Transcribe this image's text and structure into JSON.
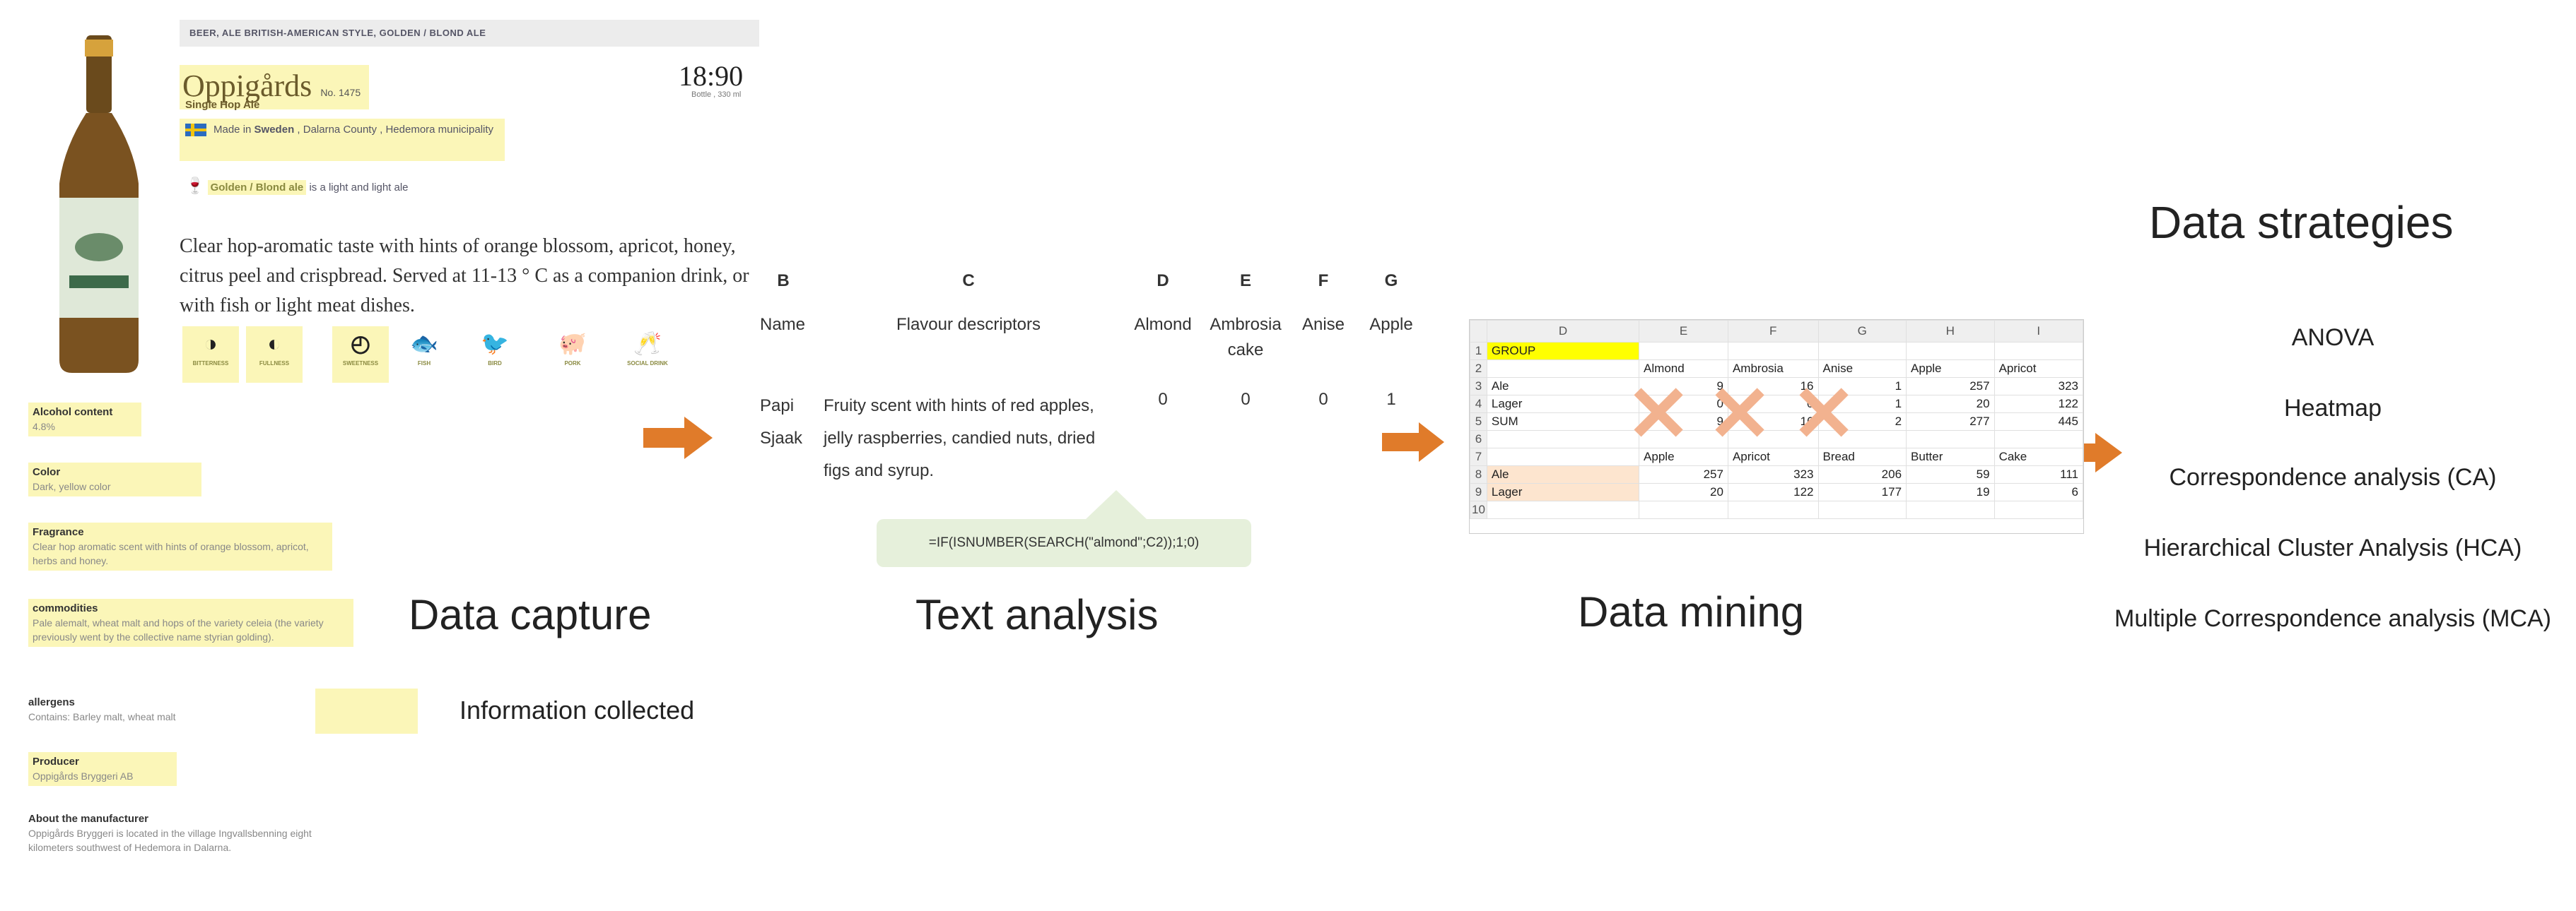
{
  "product": {
    "breadcrumb": "BEER, ALE BRITISH-AMERICAN STYLE, GOLDEN / BLOND ALE",
    "name": "Oppigårds",
    "number": "No. 1475",
    "subtitle": "Single Hop Ale",
    "price": "18:90",
    "price_sub": "Bottle , 330 ml",
    "made_in_prefix": "Made in",
    "made_in_country": "Sweden",
    "made_in_rest": ", Dalarna County , Hedemora municipality",
    "style_name": "Golden / Blond ale",
    "style_text": "is a light and light ale",
    "description": "Clear hop-aromatic taste with hints of orange blossom, apricot, honey, citrus peel and crispbread. Served at 11-13 ° C as a companion drink, or with fish or light meat dishes.",
    "tags": [
      {
        "label": "BITTERNESS",
        "icon": "half-circle-icon",
        "glyph": "◑"
      },
      {
        "label": "FULLNESS",
        "icon": "half-circle-icon",
        "glyph": "◐"
      },
      {
        "label": "SWEETNESS",
        "icon": "gauge-icon",
        "glyph": "◴"
      },
      {
        "label": "FISH",
        "icon": "fish-icon",
        "glyph": "🐟"
      },
      {
        "label": "BIRD",
        "icon": "bird-icon",
        "glyph": "🐦"
      },
      {
        "label": "PORK",
        "icon": "pig-icon",
        "glyph": "🐖"
      },
      {
        "label": "SOCIAL DRINK",
        "icon": "glasses-icon",
        "glyph": "🥂"
      }
    ]
  },
  "info_list": [
    {
      "title": "Alcohol content",
      "value": "4.8%"
    },
    {
      "title": "Color",
      "value": "Dark, yellow color"
    },
    {
      "title": "Fragrance",
      "value": "Clear hop aromatic scent with hints of orange blossom, apricot, herbs and honey."
    },
    {
      "title": "commodities",
      "value": "Pale alemalt, wheat malt and hops of the variety celeia (the variety previously went by the collective name styrian golding)."
    },
    {
      "title": "allergens",
      "value": "Contains: Barley malt, wheat malt"
    },
    {
      "title": "Producer",
      "value": "Oppigårds Bryggeri AB"
    },
    {
      "title": "About the manufacturer",
      "value": "Oppigårds Bryggeri is located in the village Ingvallsbenning eight kilometers southwest of Hedemora in Dalarna."
    }
  ],
  "legend_label": "Information collected",
  "captions": {
    "capture": "Data capture",
    "text": "Text analysis",
    "mining": "Data mining"
  },
  "text_table": {
    "col_letters": [
      "B",
      "C",
      "D",
      "E",
      "F",
      "G"
    ],
    "headers": [
      "Name",
      "Flavour descriptors",
      "Almond",
      "Ambrosia cake",
      "Anise",
      "Apple"
    ],
    "row": [
      "Papi Sjaak",
      "Fruity scent with hints of red apples, jelly raspberries, candied nuts, dried figs and syrup.",
      "0",
      "0",
      "0",
      "1"
    ],
    "formula": "=IF(ISNUMBER(SEARCH(\"almond\";C2));1;0)"
  },
  "sheet": {
    "col_headers": [
      "D",
      "E",
      "F",
      "G",
      "H",
      "I"
    ],
    "rows": [
      {
        "n": "1",
        "cells": [
          "GROUP",
          "",
          "",
          "",
          "",
          ""
        ]
      },
      {
        "n": "2",
        "cells": [
          "",
          "Almond",
          "Ambrosia",
          "Anise",
          "Apple",
          "Apricot"
        ]
      },
      {
        "n": "3",
        "cells": [
          "Ale",
          "9",
          "16",
          "1",
          "257",
          "323"
        ]
      },
      {
        "n": "4",
        "cells": [
          "Lager",
          "0",
          "0",
          "1",
          "20",
          "122"
        ]
      },
      {
        "n": "5",
        "cells": [
          "SUM",
          "9",
          "16",
          "2",
          "277",
          "445"
        ]
      },
      {
        "n": "6",
        "cells": [
          "",
          "",
          "",
          "",
          "",
          ""
        ]
      },
      {
        "n": "7",
        "cells": [
          "",
          "Apple",
          "Apricot",
          "Bread",
          "Butter",
          "Cake"
        ]
      },
      {
        "n": "8",
        "cells": [
          "Ale",
          "257",
          "323",
          "206",
          "59",
          "111"
        ]
      },
      {
        "n": "9",
        "cells": [
          "Lager",
          "20",
          "122",
          "177",
          "19",
          "6"
        ]
      },
      {
        "n": "10",
        "cells": [
          "",
          "",
          "",
          "",
          "",
          ""
        ]
      }
    ]
  },
  "strategies": {
    "title": "Data strategies",
    "items": [
      "ANOVA",
      "Heatmap",
      "Correspondence analysis (CA)",
      "Hierarchical Cluster Analysis (HCA)",
      "Multiple Correspondence analysis (MCA)"
    ]
  },
  "colors": {
    "highlight": "#fbf6b8",
    "arrow": "#e07b2a",
    "formula_bg": "#e6f0db",
    "cross": "#f2b28f"
  }
}
